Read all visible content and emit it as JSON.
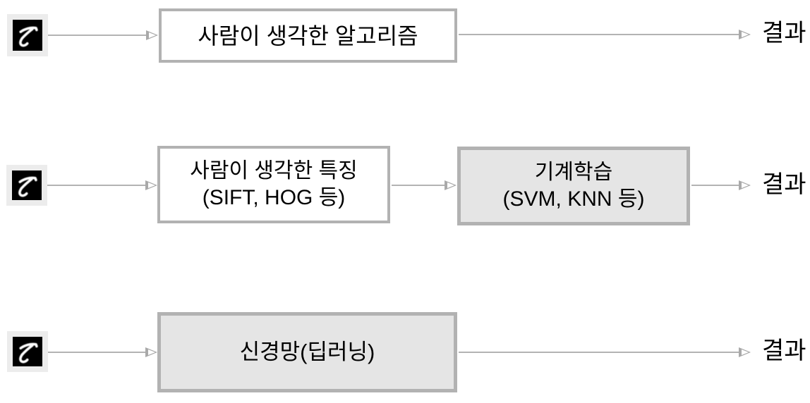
{
  "colors": {
    "background": "#ffffff",
    "box_border": "#b2b2b2",
    "box_fill_white": "#ffffff",
    "box_fill_gray": "#e5e5e5",
    "arrow": "#b3b3b3",
    "thumbnail_bg": "#ececec",
    "digit_bg": "#000000",
    "digit_stroke": "#ffffff",
    "text": "#000000"
  },
  "rows": [
    {
      "input_icon": "handwritten-digit-5",
      "boxes": [
        {
          "variant": "white",
          "lines": [
            "사람이 생각한 알고리즘"
          ]
        }
      ],
      "result_label": "결과"
    },
    {
      "input_icon": "handwritten-digit-5",
      "boxes": [
        {
          "variant": "white",
          "lines": [
            "사람이 생각한 특징",
            "(SIFT, HOG 등)"
          ]
        },
        {
          "variant": "gray",
          "lines": [
            "기계학습",
            "(SVM, KNN 등)"
          ]
        }
      ],
      "result_label": "결과"
    },
    {
      "input_icon": "handwritten-digit-5",
      "boxes": [
        {
          "variant": "gray",
          "lines": [
            "신경망(딥러닝)"
          ]
        }
      ],
      "result_label": "결과"
    }
  ]
}
